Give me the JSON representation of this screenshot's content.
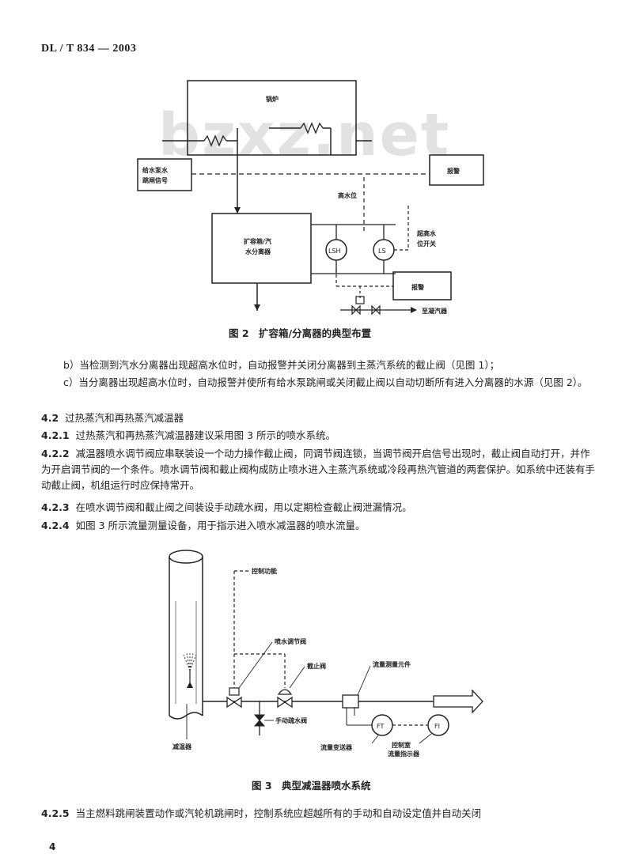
{
  "header": "DL / T 834 — 2003",
  "watermark": "bzxz.net",
  "fig2": {
    "boiler": "锅炉",
    "feedwater_signal_1": "给水泵水",
    "feedwater_signal_2": "跳闸信号",
    "alarm_top": "报警",
    "high_level": "高水位",
    "flash_tank_1": "扩容箱/汽",
    "flash_tank_2": "水分离器",
    "lsh": "LSH",
    "ls": "LS",
    "switch_1": "超高水",
    "switch_2": "位开关",
    "alarm_bottom": "报警",
    "to_condenser": "至凝汽器",
    "caption": "图 2　扩容箱/分离器的典型布置"
  },
  "paragraphs": [
    "b）当检测到汽水分离器出现超高水位时，自动报警并关闭分离器到主蒸汽系统的截止阀（见图 1）；",
    "c）当分离器出现超高水位时，自动报警并使所有给水泵跳闸或关闭截止阀以自动切断所有进入分离器的水源（见图 2）。"
  ],
  "sections": [
    {
      "no": "4.2",
      "text": "过热蒸汽和再热蒸汽减温器"
    },
    {
      "no": "4.2.1",
      "text": "过热蒸汽和再热蒸汽减温器建议采用图 3 所示的喷水系统。"
    },
    {
      "no": "4.2.2",
      "text": "减温器喷水调节阀应串联装设一个动力操作截止阀，同调节阀连锁，当调节阀开启信号出现时，截止阀自动打开，并作为开启调节阀的一个条件。喷水调节阀和截止阀构成防止喷水进入主蒸汽系统或冷段再热汽管道的两套保护。如系统中还装有手动截止阀，机组运行时应保持常开。"
    },
    {
      "no": "4.2.3",
      "text": "在喷水调节阀和截止阀之间装设手动疏水阀，用以定期检查截止阀泄漏情况。"
    },
    {
      "no": "4.2.4",
      "text": "如图 3 所示流量测量设备，用于指示进入喷水减温器的喷水流量。"
    },
    {
      "no": "4.2.5",
      "text": "当主燃料跳闸装置动作或汽轮机跳闸时，控制系统应超越所有的手动和自动设定值并自动关闭"
    }
  ],
  "fig3": {
    "control": "控制功能",
    "spray_valve": "喷水调节阀",
    "stop_valve": "截止阀",
    "flow_element": "流量测量元件",
    "manual_drain": "手动疏水阀",
    "desuperheater": "减温器",
    "ft": "FT",
    "fi": "FI",
    "flow_transmitter": "流量变送器",
    "flow_indicator_1": "控制室",
    "flow_indicator_2": "流量指示器",
    "caption": "图 3　典型减温器喷水系统"
  },
  "page_number": "4"
}
